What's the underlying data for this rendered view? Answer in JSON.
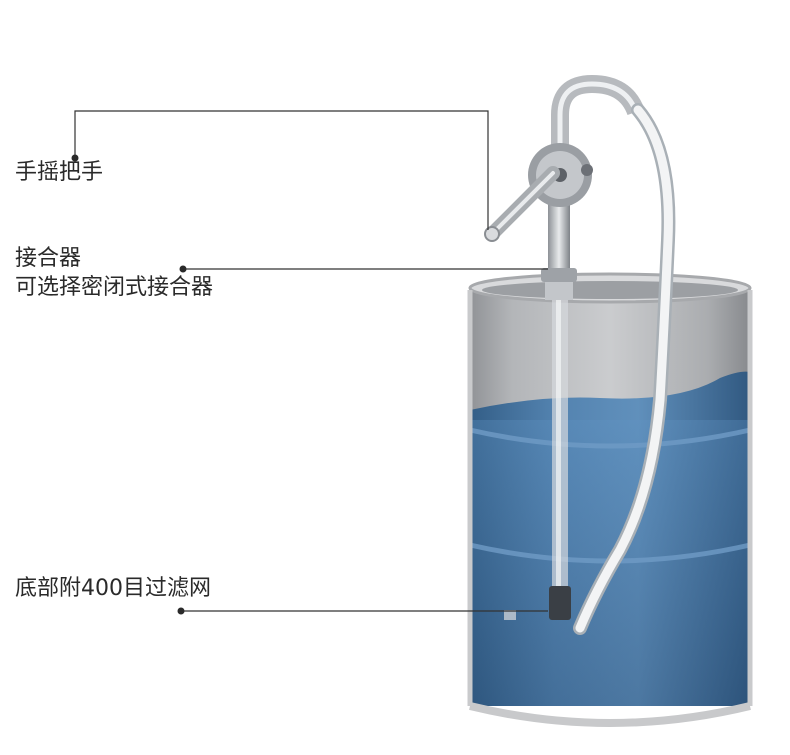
{
  "annotations": {
    "handle": "手摇把手",
    "coupler": "接合器",
    "coupler_sub": "可选择密闭式接合器",
    "filter": "底部附400目过滤网"
  },
  "colors": {
    "leader_line": "#333333",
    "drum_rim": "#cfcfcf",
    "drum_body": "#8b8e93",
    "liquid": "#3f6f9e",
    "liquid_light": "#5f8fbd",
    "hose": "#f1f3f5",
    "pump_metal": "#a9adb2"
  }
}
